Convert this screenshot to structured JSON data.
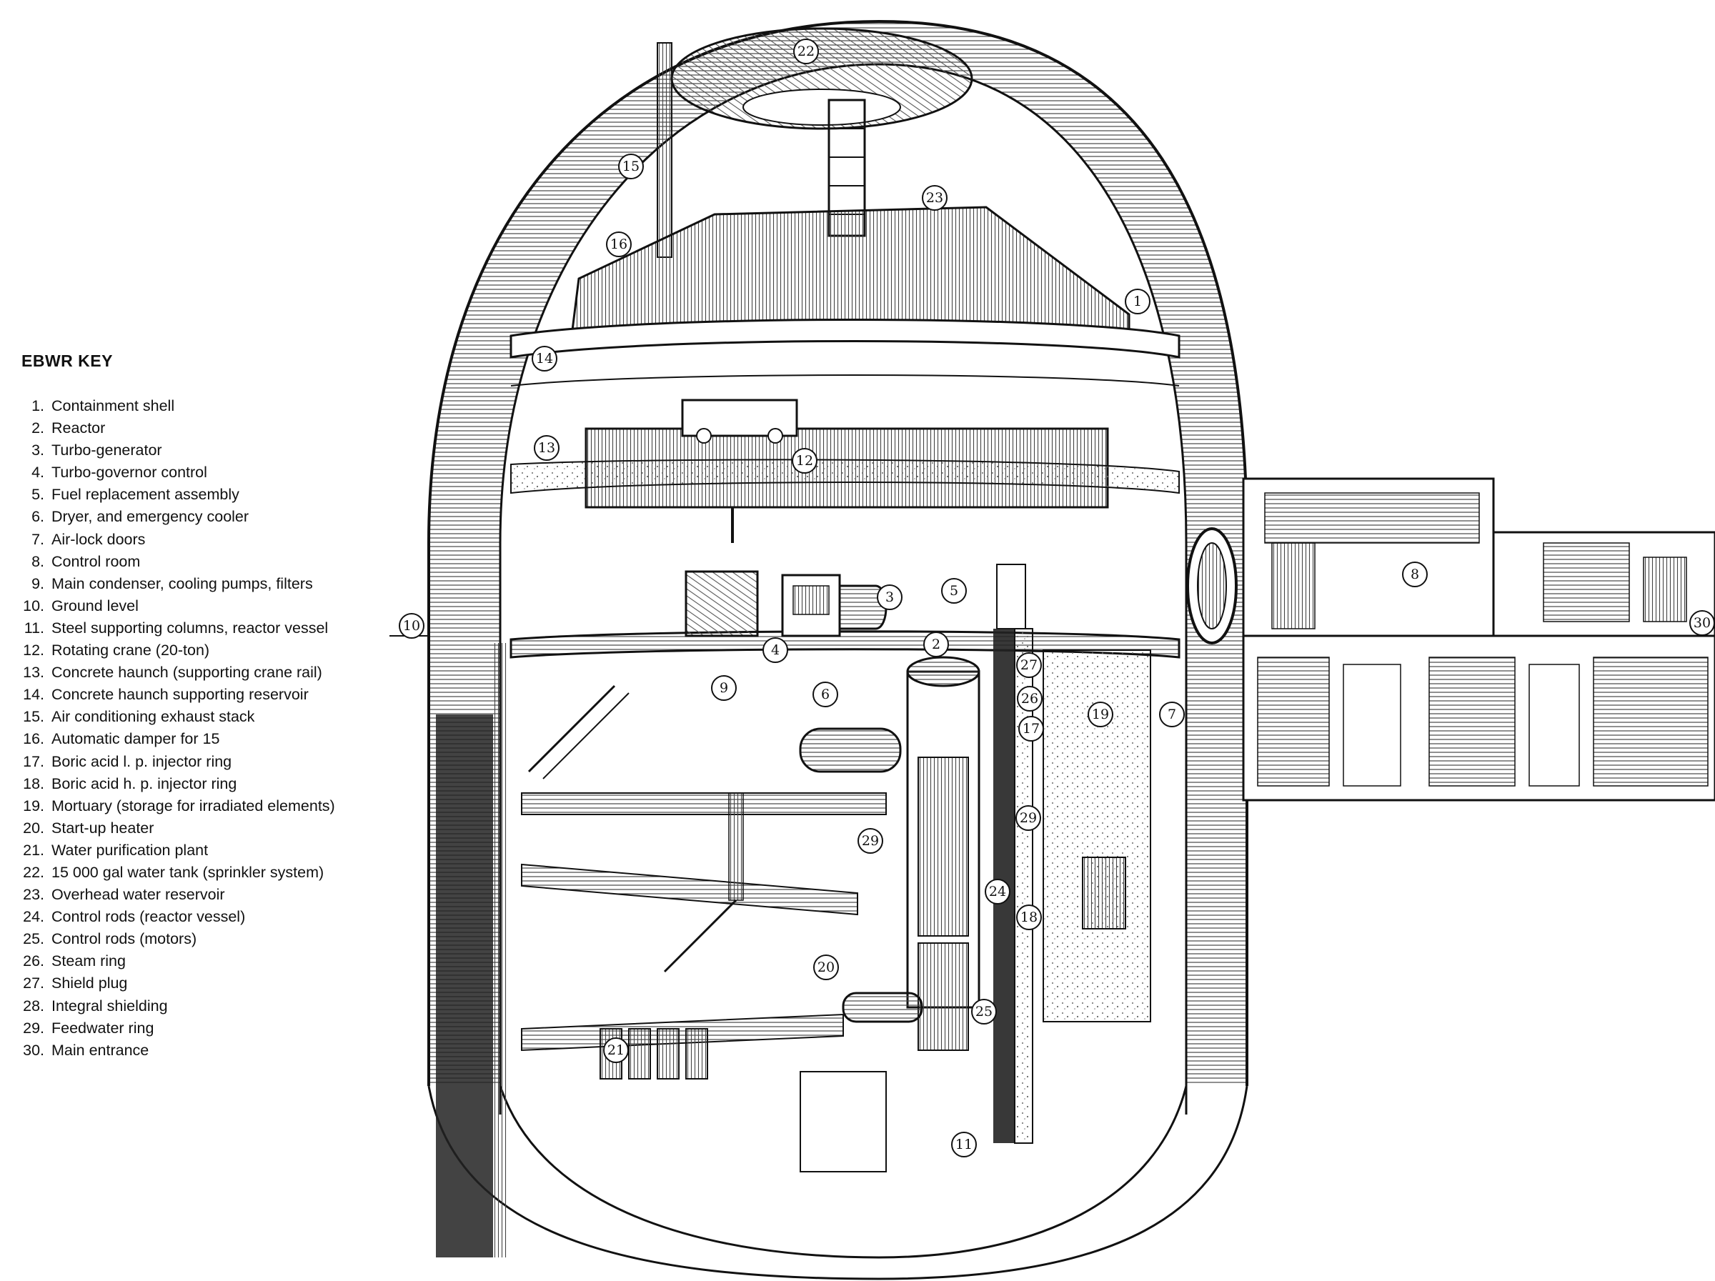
{
  "key": {
    "title": "EBWR KEY",
    "items": [
      {
        "num": "1.",
        "label": "Containment shell"
      },
      {
        "num": "2.",
        "label": "Reactor"
      },
      {
        "num": "3.",
        "label": "Turbo-generator"
      },
      {
        "num": "4.",
        "label": "Turbo-governor control"
      },
      {
        "num": "5.",
        "label": "Fuel replacement assembly"
      },
      {
        "num": "6.",
        "label": "Dryer, and emergency cooler"
      },
      {
        "num": "7.",
        "label": "Air-lock doors"
      },
      {
        "num": "8.",
        "label": "Control room"
      },
      {
        "num": "9.",
        "label": "Main condenser, cooling pumps, filters"
      },
      {
        "num": "10.",
        "label": "Ground level"
      },
      {
        "num": "11.",
        "label": "Steel supporting columns, reactor vessel"
      },
      {
        "num": "12.",
        "label": "Rotating crane (20-ton)"
      },
      {
        "num": "13.",
        "label": "Concrete haunch (supporting crane rail)"
      },
      {
        "num": "14.",
        "label": "Concrete haunch supporting reservoir"
      },
      {
        "num": "15.",
        "label": "Air conditioning exhaust stack"
      },
      {
        "num": "16.",
        "label": "Automatic damper for 15"
      },
      {
        "num": "17.",
        "label": "Boric acid l. p. injector ring"
      },
      {
        "num": "18.",
        "label": "Boric acid h. p. injector ring"
      },
      {
        "num": "19.",
        "label": "Mortuary (storage for irradiated elements)"
      },
      {
        "num": "20.",
        "label": "Start-up heater"
      },
      {
        "num": "21.",
        "label": "Water purification plant"
      },
      {
        "num": "22.",
        "label": "15 000 gal water tank (sprinkler system)"
      },
      {
        "num": "23.",
        "label": "Overhead water reservoir"
      },
      {
        "num": "24.",
        "label": "Control rods (reactor vessel)"
      },
      {
        "num": "25.",
        "label": "Control rods (motors)"
      },
      {
        "num": "26.",
        "label": "Steam ring"
      },
      {
        "num": "27.",
        "label": "Shield plug"
      },
      {
        "num": "28.",
        "label": "Integral shielding"
      },
      {
        "num": "29.",
        "label": "Feedwater ring"
      },
      {
        "num": "30.",
        "label": "Main entrance"
      }
    ]
  },
  "callouts": [
    "1",
    "2",
    "3",
    "4",
    "5",
    "6",
    "7",
    "8",
    "9",
    "10",
    "11",
    "12",
    "13",
    "14",
    "15",
    "16",
    "17",
    "18",
    "19",
    "20",
    "21",
    "22",
    "23",
    "24",
    "25",
    "26",
    "27",
    "29",
    "29",
    "30"
  ],
  "colors": {
    "ink": "#111111",
    "paper": "#ffffff",
    "hatch": "#555555"
  }
}
